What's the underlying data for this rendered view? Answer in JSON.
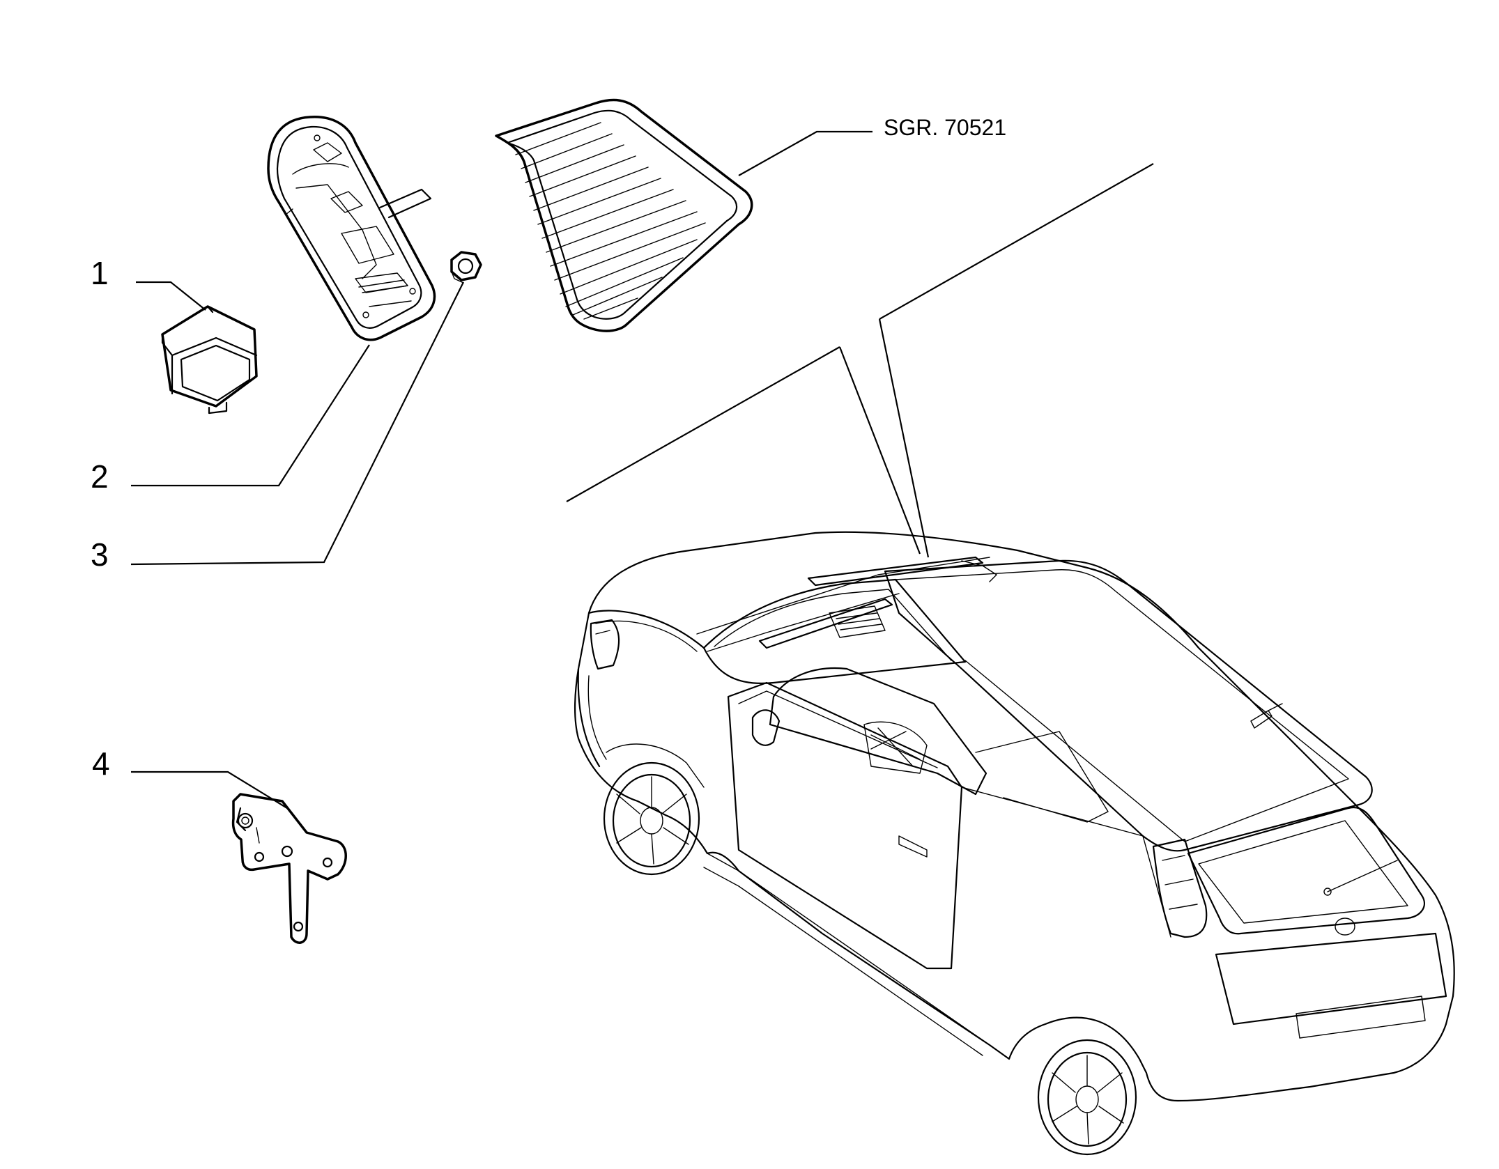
{
  "callouts": [
    {
      "id": "1",
      "label": "1"
    },
    {
      "id": "2",
      "label": "2"
    },
    {
      "id": "3",
      "label": "3"
    },
    {
      "id": "4",
      "label": "4"
    }
  ],
  "reference": {
    "label": "SGR. 70521"
  },
  "colors": {
    "line": "#000000",
    "background": "#ffffff"
  }
}
